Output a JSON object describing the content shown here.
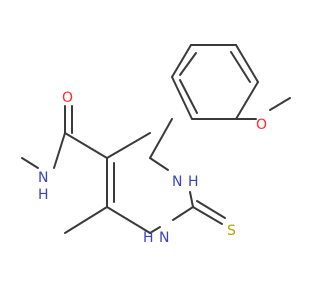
{
  "molecule": {
    "atoms": {
      "o_ether": "O",
      "o_carbonyl": "O",
      "n_amide": "N",
      "h_amide": "H",
      "n_ring_upper": "N",
      "h_ring_upper": "H",
      "n_ring_lower": "N",
      "h_ring_lower": "H",
      "s_thione": "S"
    }
  },
  "colors": {
    "bond": "#3a3a3a",
    "oxygen": "#ff2a2a",
    "nitrogen": "#3b42c4",
    "sulfur": "#b3a300"
  }
}
